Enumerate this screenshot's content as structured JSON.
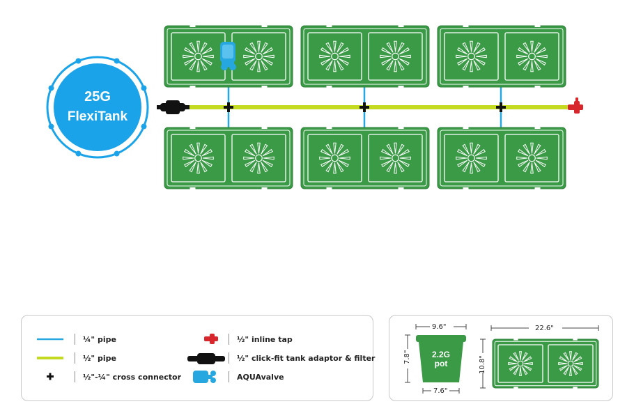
{
  "tank": {
    "label_line1": "25G",
    "label_line2": "FlexiTank",
    "color": "#1aa3e8"
  },
  "colors": {
    "tray_green": "#3a9a46",
    "tray_stroke": "#ffffff",
    "pipe_quarter": "#27a7e0",
    "pipe_half": "#c4da1e",
    "connector": "#111111",
    "tap": "#d7262c",
    "aquavalve": "#27a7e0"
  },
  "legend": {
    "items": [
      {
        "icon": "quarter-pipe-icon",
        "label": "¼\" pipe"
      },
      {
        "icon": "half-pipe-icon",
        "label": "½\" pipe"
      },
      {
        "icon": "cross-connector-icon",
        "label": "½\"-¼\" cross connector"
      },
      {
        "icon": "inline-tap-icon",
        "label": "½\" inline tap"
      },
      {
        "icon": "tank-adaptor-icon",
        "label": "½\" click-fit tank adaptor & filter"
      },
      {
        "icon": "aquavalve-icon",
        "label": "AQUAvalve"
      }
    ]
  },
  "sizes": {
    "pot_label_line1": "2.2G",
    "pot_label_line2": "pot",
    "pot_top_width": "9.6\"",
    "pot_height": "7.8\"",
    "pot_bottom_width": "7.6\"",
    "tray_width": "22.6\"",
    "tray_depth": "10.8\""
  }
}
